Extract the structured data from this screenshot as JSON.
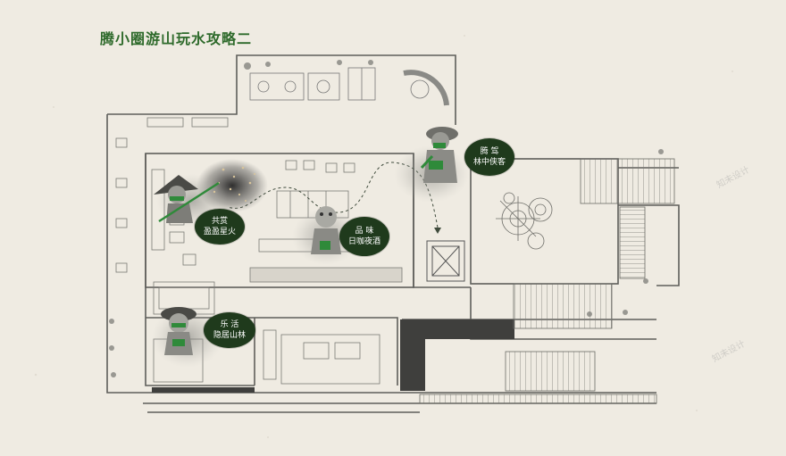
{
  "title": "腾小圈游山玩水攻略二",
  "badges": {
    "tengjia": {
      "line1": "腾 驾",
      "line2": "林中侠客"
    },
    "gongshang": {
      "line1": "共赏",
      "line2": "盈盈星火"
    },
    "pinwei": {
      "line1": "品 味",
      "line2": "日咖夜酒"
    },
    "lehuo": {
      "line1": "乐 活",
      "line2": "隐居山林"
    }
  },
  "watermark": "知未设计",
  "colors": {
    "title": "#2e6a2b",
    "badge": "#1f3a1c",
    "paper": "#efebe2",
    "line": "#6b6b66",
    "accent_green": "#2f8a3a"
  }
}
